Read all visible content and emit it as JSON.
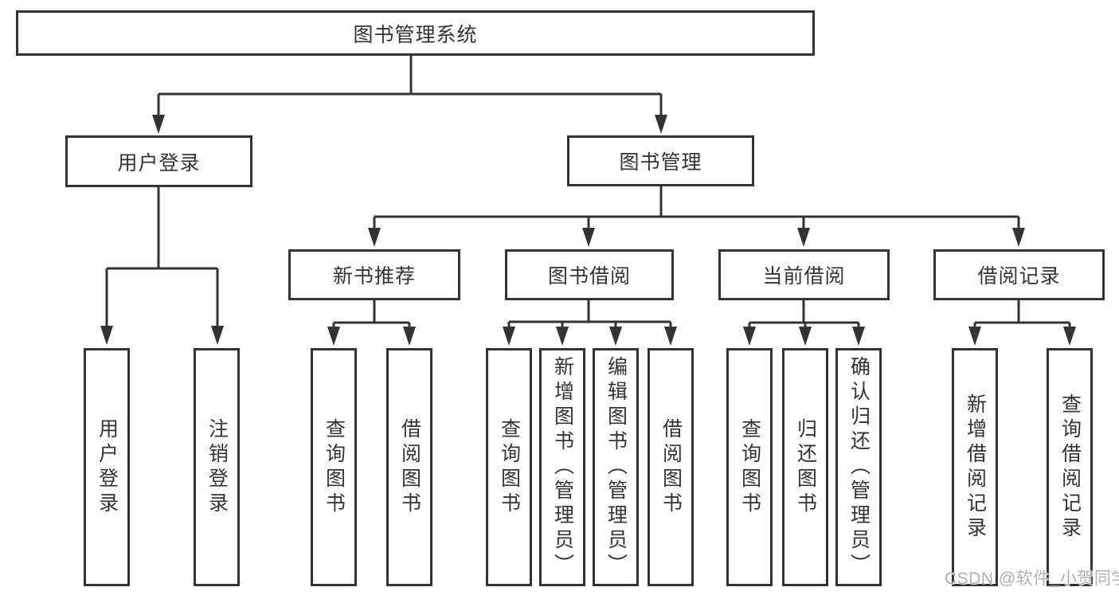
{
  "diagram": {
    "title": "图书管理系统",
    "level2": {
      "user_login": {
        "label": "用户登录",
        "children": [
          "用户登录",
          "注销登录"
        ]
      },
      "book_mgmt": {
        "label": "图书管理"
      }
    },
    "level3": {
      "new_books": {
        "label": "新书推荐",
        "children": [
          "查询图书",
          "借阅图书"
        ]
      },
      "book_borrow": {
        "label": "图书借阅",
        "children": [
          "查询图书",
          "新增图书（管理员）",
          "编辑图书（管理员）",
          "借阅图书"
        ]
      },
      "current_borrow": {
        "label": "当前借阅",
        "children": [
          "查询图书",
          "归还图书",
          "确认归还（管理员）"
        ]
      },
      "borrow_records": {
        "label": "借阅记录",
        "children": [
          "新增借阅记录",
          "查询借阅记录"
        ]
      }
    }
  },
  "watermark": "CSDN @软件_小贺同学",
  "colors": {
    "line": "#333333",
    "text": "#333333",
    "box_background": "#ffffff",
    "watermark": "#b0b0b0",
    "background": "#ffffff"
  }
}
